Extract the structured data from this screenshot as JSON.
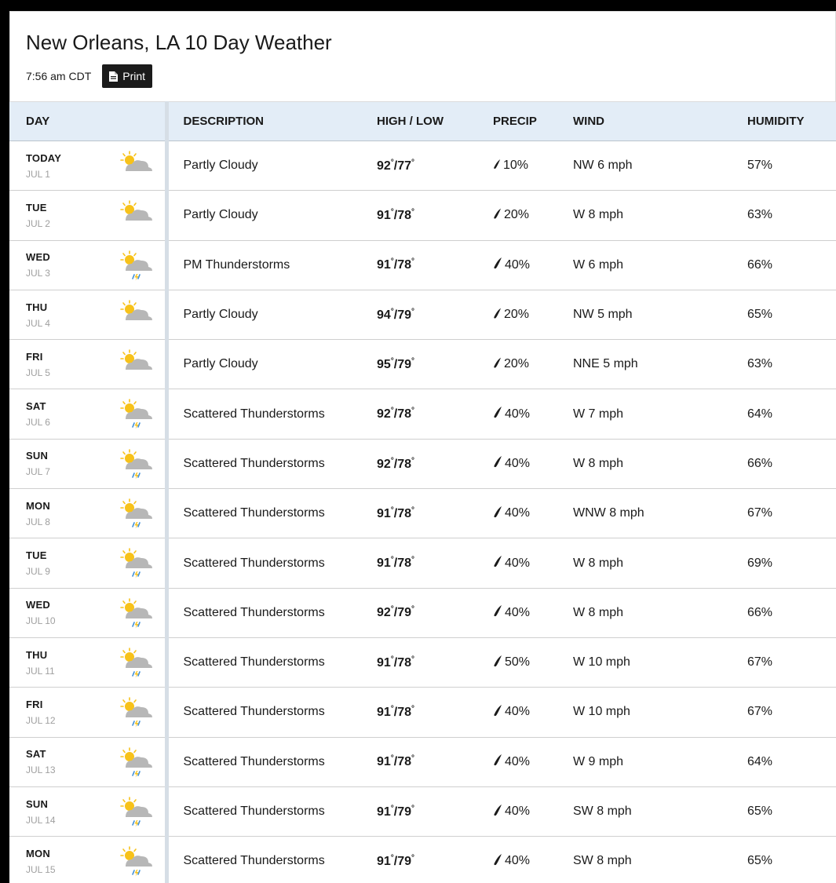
{
  "header": {
    "title": "New Orleans, LA 10 Day Weather",
    "time": "7:56 am CDT",
    "print_label": "Print"
  },
  "columns": {
    "day": "DAY",
    "description": "DESCRIPTION",
    "high_low": "HIGH / LOW",
    "precip": "PRECIP",
    "wind": "WIND",
    "humidity": "HUMIDITY"
  },
  "degree_symbol": "°",
  "colors": {
    "header_bg": "#e3edf7",
    "sun": "#f7c21a",
    "cloud": "#b7b7b7",
    "rain": "#3f8fd8"
  },
  "rows": [
    {
      "day": "TODAY",
      "date": "JUL 1",
      "icon": "partly-cloudy-icon",
      "description": "Partly Cloudy",
      "high": "92",
      "low": "77",
      "precip": "10%",
      "precip_fraction": 0.1,
      "wind": "NW 6 mph",
      "humidity": "57%"
    },
    {
      "day": "TUE",
      "date": "JUL 2",
      "icon": "partly-cloudy-icon",
      "description": "Partly Cloudy",
      "high": "91",
      "low": "78",
      "precip": "20%",
      "precip_fraction": 0.2,
      "wind": "W 8 mph",
      "humidity": "63%"
    },
    {
      "day": "WED",
      "date": "JUL 3",
      "icon": "thunderstorm-icon",
      "description": "PM Thunderstorms",
      "high": "91",
      "low": "78",
      "precip": "40%",
      "precip_fraction": 0.4,
      "wind": "W 6 mph",
      "humidity": "66%"
    },
    {
      "day": "THU",
      "date": "JUL 4",
      "icon": "partly-cloudy-icon",
      "description": "Partly Cloudy",
      "high": "94",
      "low": "79",
      "precip": "20%",
      "precip_fraction": 0.2,
      "wind": "NW 5 mph",
      "humidity": "65%"
    },
    {
      "day": "FRI",
      "date": "JUL 5",
      "icon": "partly-cloudy-icon",
      "description": "Partly Cloudy",
      "high": "95",
      "low": "79",
      "precip": "20%",
      "precip_fraction": 0.2,
      "wind": "NNE 5 mph",
      "humidity": "63%"
    },
    {
      "day": "SAT",
      "date": "JUL 6",
      "icon": "thunderstorm-icon",
      "description": "Scattered Thunderstorms",
      "high": "92",
      "low": "78",
      "precip": "40%",
      "precip_fraction": 0.4,
      "wind": "W 7 mph",
      "humidity": "64%"
    },
    {
      "day": "SUN",
      "date": "JUL 7",
      "icon": "thunderstorm-icon",
      "description": "Scattered Thunderstorms",
      "high": "92",
      "low": "78",
      "precip": "40%",
      "precip_fraction": 0.4,
      "wind": "W 8 mph",
      "humidity": "66%"
    },
    {
      "day": "MON",
      "date": "JUL 8",
      "icon": "thunderstorm-icon",
      "description": "Scattered Thunderstorms",
      "high": "91",
      "low": "78",
      "precip": "40%",
      "precip_fraction": 0.4,
      "wind": "WNW 8 mph",
      "humidity": "67%"
    },
    {
      "day": "TUE",
      "date": "JUL 9",
      "icon": "thunderstorm-icon",
      "description": "Scattered Thunderstorms",
      "high": "91",
      "low": "78",
      "precip": "40%",
      "precip_fraction": 0.4,
      "wind": "W 8 mph",
      "humidity": "69%"
    },
    {
      "day": "WED",
      "date": "JUL 10",
      "icon": "thunderstorm-icon",
      "description": "Scattered Thunderstorms",
      "high": "92",
      "low": "79",
      "precip": "40%",
      "precip_fraction": 0.4,
      "wind": "W 8 mph",
      "humidity": "66%"
    },
    {
      "day": "THU",
      "date": "JUL 11",
      "icon": "thunderstorm-icon",
      "description": "Scattered Thunderstorms",
      "high": "91",
      "low": "78",
      "precip": "50%",
      "precip_fraction": 0.5,
      "wind": "W 10 mph",
      "humidity": "67%"
    },
    {
      "day": "FRI",
      "date": "JUL 12",
      "icon": "thunderstorm-icon",
      "description": "Scattered Thunderstorms",
      "high": "91",
      "low": "78",
      "precip": "40%",
      "precip_fraction": 0.4,
      "wind": "W 10 mph",
      "humidity": "67%"
    },
    {
      "day": "SAT",
      "date": "JUL 13",
      "icon": "thunderstorm-icon",
      "description": "Scattered Thunderstorms",
      "high": "91",
      "low": "78",
      "precip": "40%",
      "precip_fraction": 0.4,
      "wind": "W 9 mph",
      "humidity": "64%"
    },
    {
      "day": "SUN",
      "date": "JUL 14",
      "icon": "thunderstorm-icon",
      "description": "Scattered Thunderstorms",
      "high": "91",
      "low": "79",
      "precip": "40%",
      "precip_fraction": 0.4,
      "wind": "SW 8 mph",
      "humidity": "65%"
    },
    {
      "day": "MON",
      "date": "JUL 15",
      "icon": "thunderstorm-icon",
      "description": "Scattered Thunderstorms",
      "high": "91",
      "low": "79",
      "precip": "40%",
      "precip_fraction": 0.4,
      "wind": "SW 8 mph",
      "humidity": "65%"
    }
  ]
}
